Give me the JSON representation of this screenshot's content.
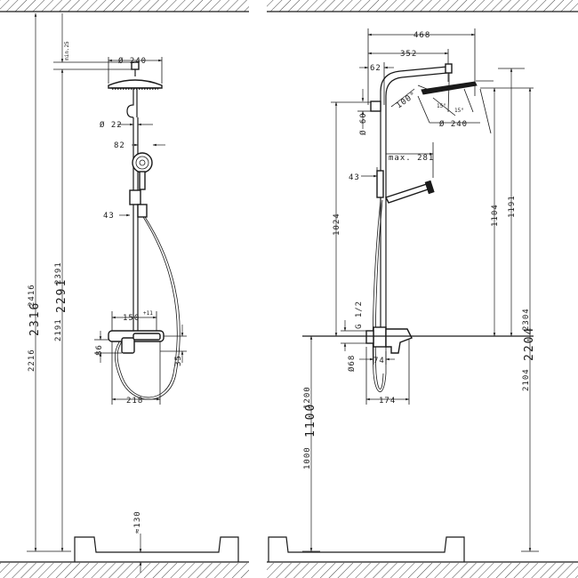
{
  "front_view": {
    "dims": {
      "min_25": "min.25",
      "dia_240": "Ø 240",
      "dia_22": "Ø 22",
      "d82": "82",
      "d43": "43",
      "d150": "150",
      "tol_150": "+11",
      "d86": "86",
      "d35": "35",
      "d218": "218",
      "d130": "≈130",
      "h2216": "2216",
      "h2316": "2316",
      "h2416": "2416",
      "h2191": "2191",
      "h2291": "2291",
      "h2391": "2391"
    }
  },
  "side_view": {
    "dims": {
      "d468": "468",
      "d352": "352",
      "d62": "62",
      "angle100": "100°",
      "angle15a": "15°",
      "angle15b": "15°",
      "dia_240": "Ø 240",
      "dia_60": "Ø 60",
      "max281": "max. 281",
      "d43": "43",
      "d1024": "1024",
      "d1104": "1104",
      "d1191": "1191",
      "g12": "G 1/2",
      "dia_68": "Ø68",
      "d74": "74",
      "d174": "174",
      "h1000": "1000",
      "h1100": "1100",
      "h1200": "1200",
      "h2104": "2104",
      "h2204": "2204",
      "h2304": "2304"
    }
  }
}
